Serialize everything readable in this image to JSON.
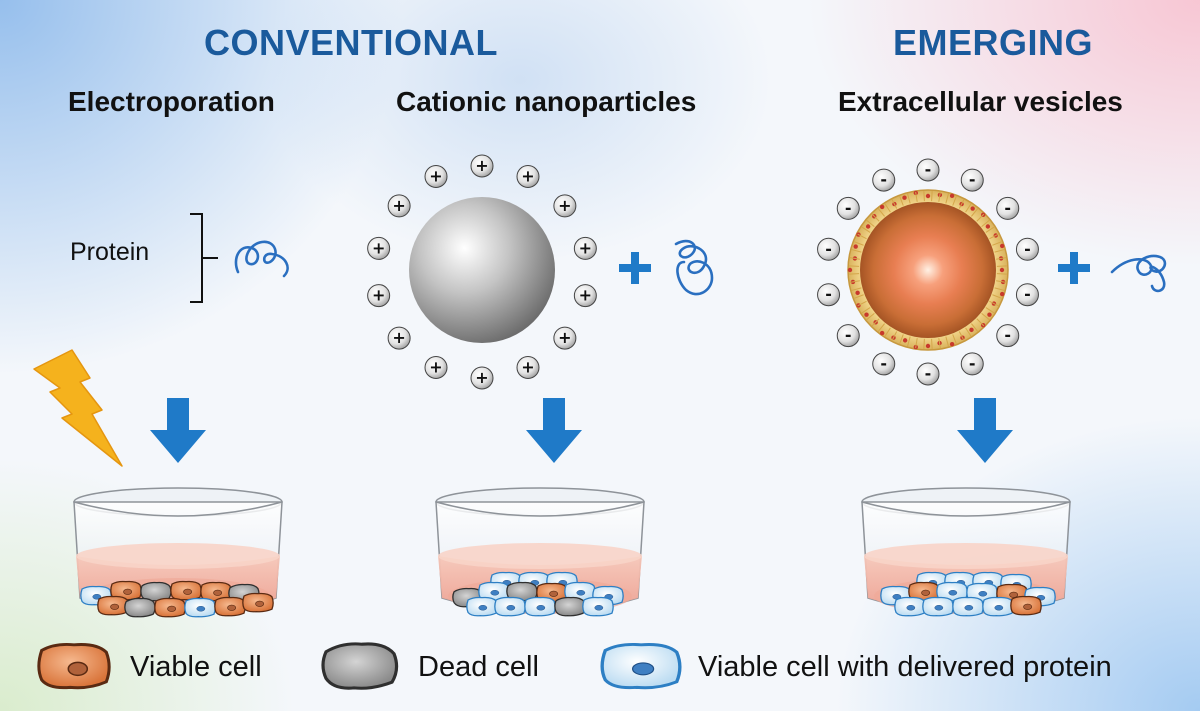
{
  "categories": {
    "conventional": "CONVENTIONAL",
    "emerging": "EMERGING"
  },
  "methods": {
    "electroporation": "Electroporation",
    "cationic": "Cationic nanoparticles",
    "vesicles": "Extracellular vesicles"
  },
  "labels": {
    "protein": "Protein",
    "plus_sign": "+",
    "minus_sign": "-"
  },
  "legend": {
    "viable": "Viable cell",
    "dead": "Dead cell",
    "delivered": "Viable cell with delivered protein"
  },
  "colors": {
    "accent_blue": "#1a5a9c",
    "arrow_blue": "#1f7ac8",
    "protein_blue": "#2a6fc0",
    "viable_cell": "#e58a4c",
    "dead_cell": "#9c9c9c",
    "delivered_cell": "#cfe6f7",
    "medium_pink": "#f2b9ab",
    "lightning": "#f5b21d"
  }
}
